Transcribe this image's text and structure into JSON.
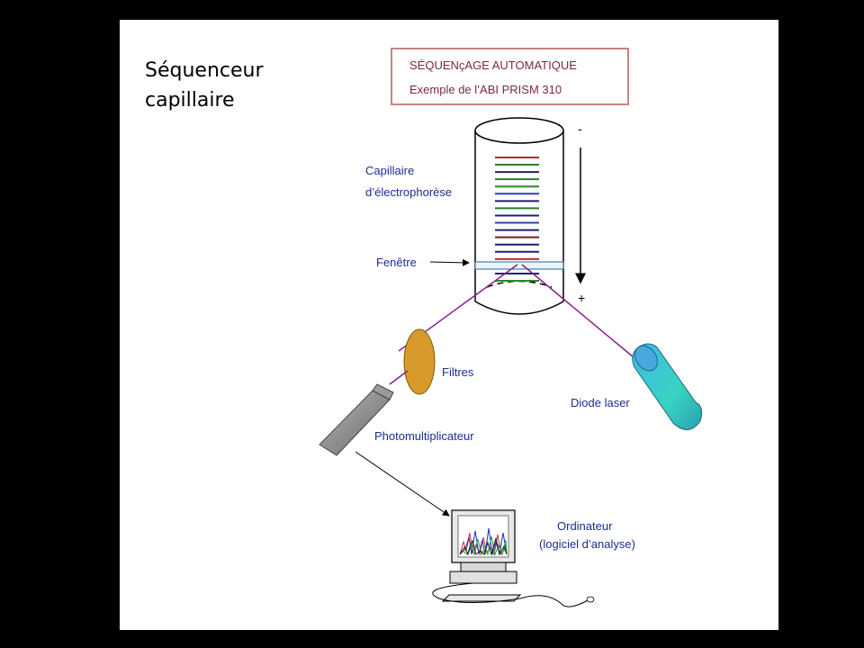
{
  "slide": {
    "title_line1": "Séquenceur",
    "title_line2": "capillaire"
  },
  "header_box": {
    "line1": "SÉQUENçAGE AUTOMATIQUE",
    "line2": "Exemple de l’ABI PRISM 310",
    "border_color": "#c78585",
    "text_color": "#7a2a3f"
  },
  "labels": {
    "capillary_line1": "Capillaire",
    "capillary_line2": "d’électrophorèse",
    "window": "Fenêtre",
    "filters": "Filtres",
    "laser": "Diode laser",
    "photomultiplier": "Photomultiplicateur",
    "computer_line1": "Ordinateur",
    "computer_line2": "(logiciel d’analyse)",
    "minus": "-",
    "plus": "+"
  },
  "colors": {
    "label_text": "#1f2c8f",
    "beam": "#8a1f8a",
    "filter": "#d89a2a",
    "laser": "#3fc3d9",
    "photomultiplier": "#8a8a8a"
  },
  "icons": {
    "tube": "cylinder",
    "filter": "oval-disc",
    "laser": "cylinder",
    "detector": "box",
    "computer": "monitor"
  },
  "band_colors": [
    "#b23030",
    "#2a7d2a",
    "#202070",
    "#2a7d2a",
    "#2a8a2a",
    "#3040b0",
    "#202070",
    "#2a7d2a",
    "#202070",
    "#3040b0",
    "#202070",
    "#7a1f1f",
    "#202070",
    "#202070",
    "#b23030",
    "#2a7d2a",
    "#202070",
    "#2a8a2a"
  ]
}
